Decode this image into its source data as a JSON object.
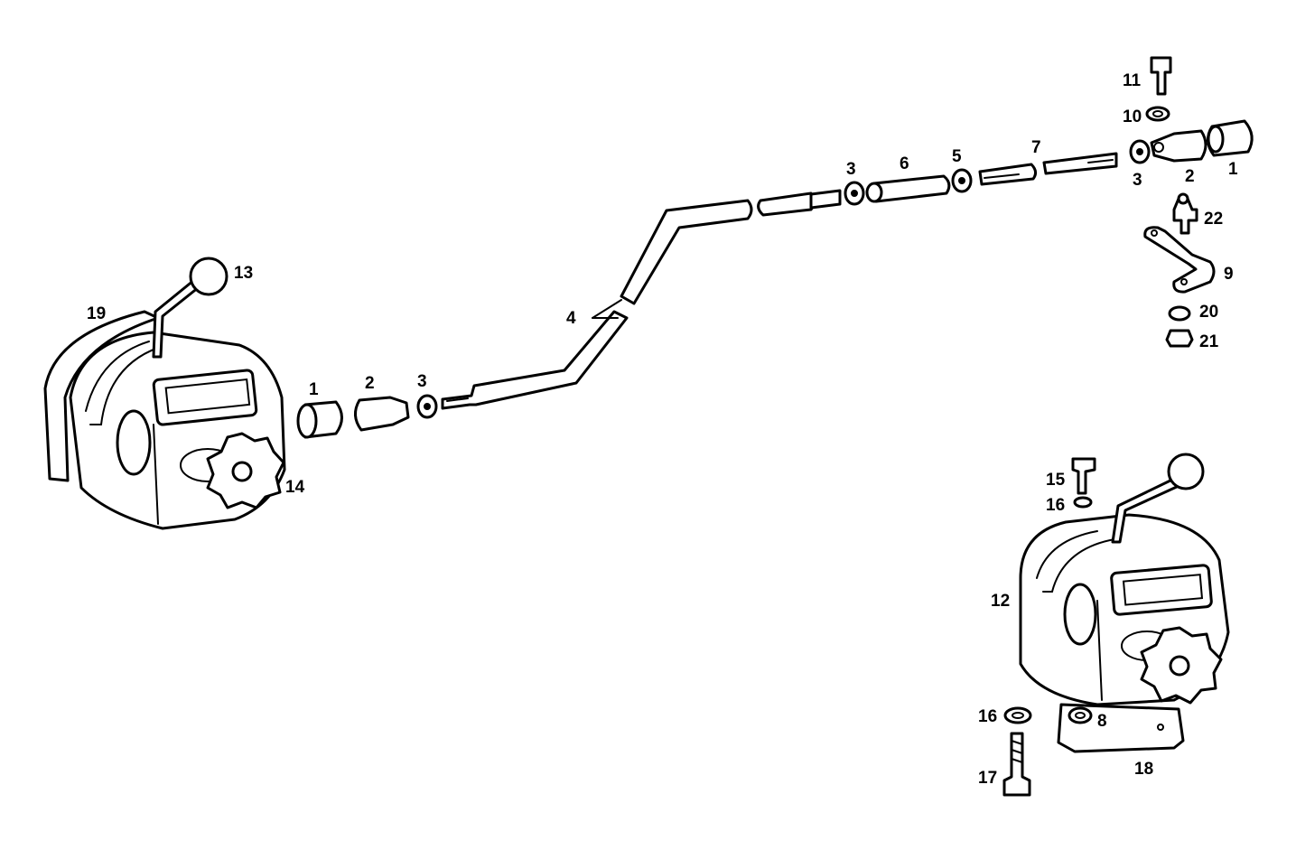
{
  "labels": {
    "left_1": "1",
    "left_2": "2",
    "left_3": "3",
    "rod_4": "4",
    "lever_13": "13",
    "cover_19": "19",
    "knob_14": "14",
    "mid_3": "3",
    "mid_6": "6",
    "mid_5": "5",
    "mid_7": "7",
    "right_11": "11",
    "right_10": "10",
    "right_3": "3",
    "right_2": "2",
    "right_1": "1",
    "right_22": "22",
    "right_9": "9",
    "right_20": "20",
    "right_21": "21",
    "b_15": "15",
    "b_16_top": "16",
    "b_12": "12",
    "b_16_bottom": "16",
    "b_8": "8",
    "b_17": "17",
    "b_18": "18"
  }
}
